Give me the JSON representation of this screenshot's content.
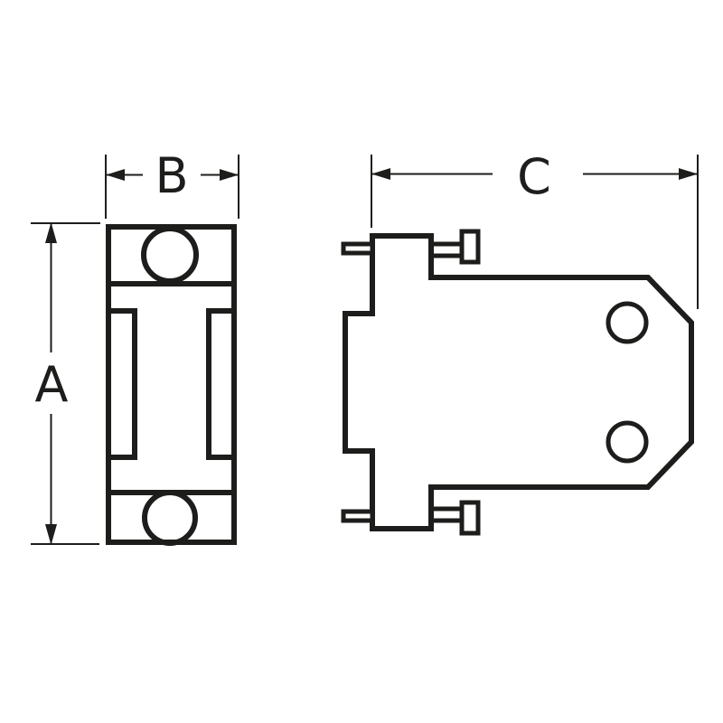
{
  "drawing": {
    "background_color": "#ffffff",
    "line_color": "#1d1d1b",
    "dimension_labels": {
      "a": "A",
      "b": "B",
      "c": "C"
    }
  }
}
